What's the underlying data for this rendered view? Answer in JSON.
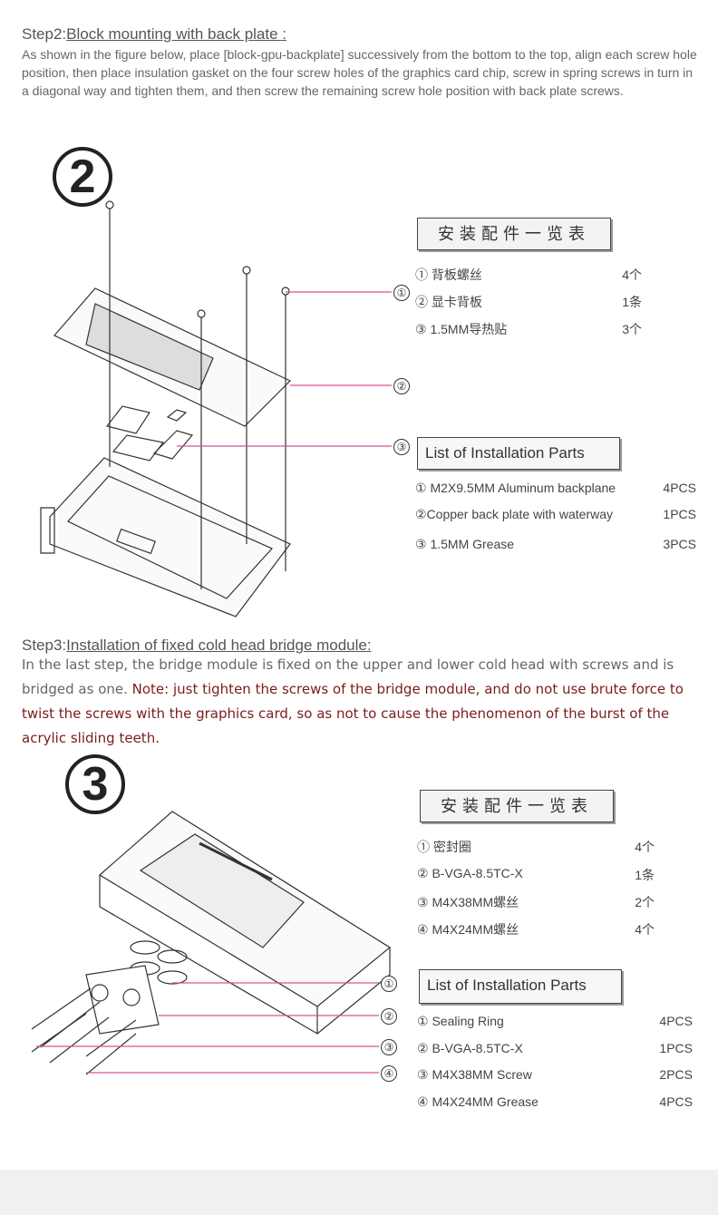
{
  "step2": {
    "prefix": "Step2:",
    "title": "Block mounting with back plate :",
    "body": "As shown in the figure below, place [block-gpu-backplate] successively from the bottom to the top, align each screw hole position, then place insulation gasket on the four screw holes of the graphics card chip, screw in spring screws in turn in a diagonal way and tighten them, and then screw the remaining screw hole position with back plate screws.",
    "badge": "2",
    "callouts": [
      "①",
      "②",
      "③"
    ],
    "cn_title": "安装配件一览表",
    "cn_items": [
      {
        "label": "① 背板螺丝",
        "qty": "4个"
      },
      {
        "label": "② 显卡背板",
        "qty": "1条"
      },
      {
        "label": "③ 1.5MM导热贴",
        "qty": "3个"
      }
    ],
    "en_title": "List of Installation Parts",
    "en_items": [
      {
        "label": "① M2X9.5MM Aluminum backplane",
        "qty": "4PCS"
      },
      {
        "label": "②Copper back plate with waterway",
        "qty": "1PCS"
      },
      {
        "label": "③ 1.5MM Grease",
        "qty": "3PCS"
      }
    ]
  },
  "step3": {
    "prefix": "Step3:",
    "title": "Installation of fixed cold head bridge module:",
    "body": "In the last step, the bridge module is fixed on the upper and lower cold head with screws and is bridged as one. ",
    "note": "Note: just tighten the screws of the bridge module, and do not use brute force to twist the screws with the graphics card, so as not to cause the phenomenon of the burst of the acrylic sliding teeth.",
    "badge": "3",
    "callouts": [
      "①",
      "②",
      "③",
      "④"
    ],
    "cn_title": "安装配件一览表",
    "cn_items": [
      {
        "label": "① 密封圈",
        "qty": "4个"
      },
      {
        "label": "② B-VGA-8.5TC-X",
        "qty": "1条"
      },
      {
        "label": "③ M4X38MM螺丝",
        "qty": "2个"
      },
      {
        "label": "④ M4X24MM螺丝",
        "qty": "4个"
      }
    ],
    "en_title": "List of Installation Parts",
    "en_items": [
      {
        "label": "① Sealing  Ring",
        "qty": "4PCS"
      },
      {
        "label": "② B-VGA-8.5TC-X",
        "qty": "1PCS"
      },
      {
        "label": "③ M4X38MM Screw",
        "qty": "2PCS"
      },
      {
        "label": "④ M4X24MM Grease",
        "qty": "4PCS"
      }
    ]
  },
  "colors": {
    "callout_line": "#d6529a",
    "note_text": "#7a1c1c"
  }
}
